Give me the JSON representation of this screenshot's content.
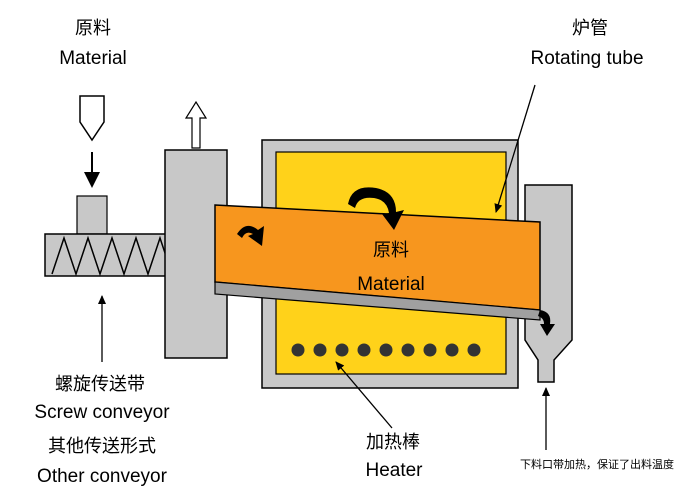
{
  "labels": {
    "material_top_zh": "原料",
    "material_top_en": "Material",
    "tube_zh": "炉管",
    "tube_en": "Rotating tube",
    "material_mid_zh": "原料",
    "material_mid_en": "Material",
    "screw_zh": "螺旋传送带",
    "screw_en": "Screw conveyor",
    "other_zh": "其他传送形式",
    "other_en": "Other conveyor",
    "heater_zh": "加热棒",
    "heater_en": "Heater",
    "outlet_note": "下料口带加热，保证了出料温度"
  },
  "colors": {
    "tube": "#f7961e",
    "furnace": "#ffd21a",
    "housing": "#c8c8c8",
    "outline": "#000000"
  }
}
